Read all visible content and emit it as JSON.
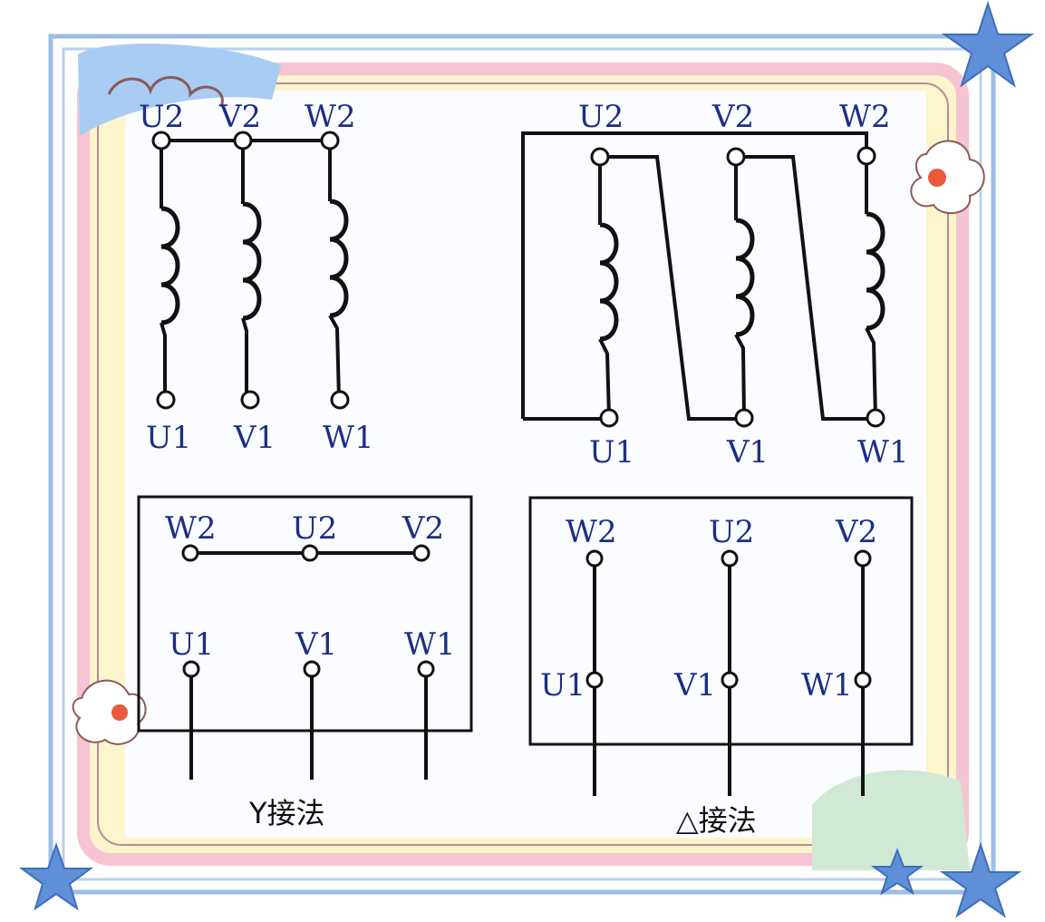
{
  "frame": {
    "colors": {
      "outer_border": "#9dbde6",
      "inner_pink": "#f6c4d2",
      "inner_yellow": "#fdf5cc",
      "accent_line": "#b98a9a",
      "paper": "#fafcff",
      "star": "#5f8fd6",
      "label": "#1c2f85"
    }
  },
  "diagrams": {
    "star_winding": {
      "top_labels": [
        "U2",
        "V2",
        "W2"
      ],
      "bottom_labels": [
        "U1",
        "V1",
        "W1"
      ]
    },
    "delta_winding": {
      "top_labels": [
        "U2",
        "V2",
        "W2"
      ],
      "bottom_labels": [
        "U1",
        "V1",
        "W1"
      ]
    },
    "star_box": {
      "top_labels": [
        "W2",
        "U2",
        "V2"
      ],
      "bottom_labels": [
        "U1",
        "V1",
        "W1"
      ],
      "caption": "Y接法"
    },
    "delta_box": {
      "top_labels": [
        "W2",
        "U2",
        "V2"
      ],
      "mid_labels": [
        "U1",
        "V1",
        "W1"
      ],
      "caption": "△接法"
    }
  }
}
